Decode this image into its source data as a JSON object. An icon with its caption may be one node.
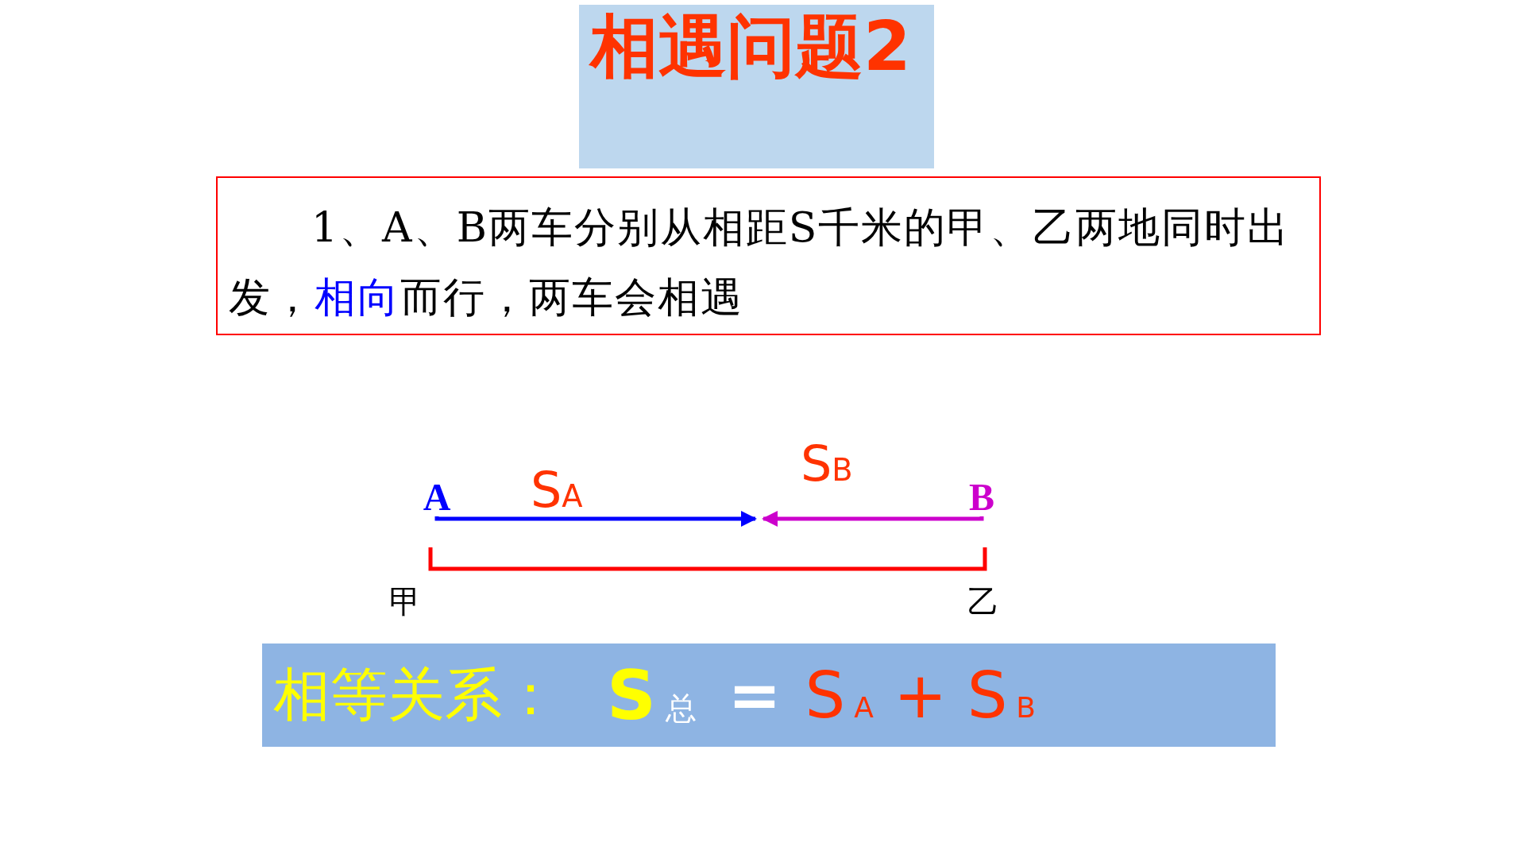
{
  "diagram": {
    "title": "相遇问题2",
    "nodes": [
      {
        "text": [
          "1、A、B两车分别从相距S千米的甲、乙两地同时出发，**相向**而行，两车会相遇"
        ]
      },
      {
        "text": [
          "A"
        ]
      },
      {
        "text": [
          "B"
        ]
      },
      {
        "text": [
          "相等关系：",
          "S$_{总}$",
          "=",
          "S$_{A}$ + S$_{B}$"
        ]
      }
    ],
    "edges": [
      {
        "from": 1,
        "to": null,
        "arrow": "to",
        "label": "S$_{A}$",
        "color": "#0000ff"
      },
      {
        "from": 2,
        "to": null,
        "arrow": "to",
        "label": "S$_{B}$",
        "color": "#cc00cc"
      }
    ],
    "labels": [
      "甲",
      "乙"
    ]
  }
}
